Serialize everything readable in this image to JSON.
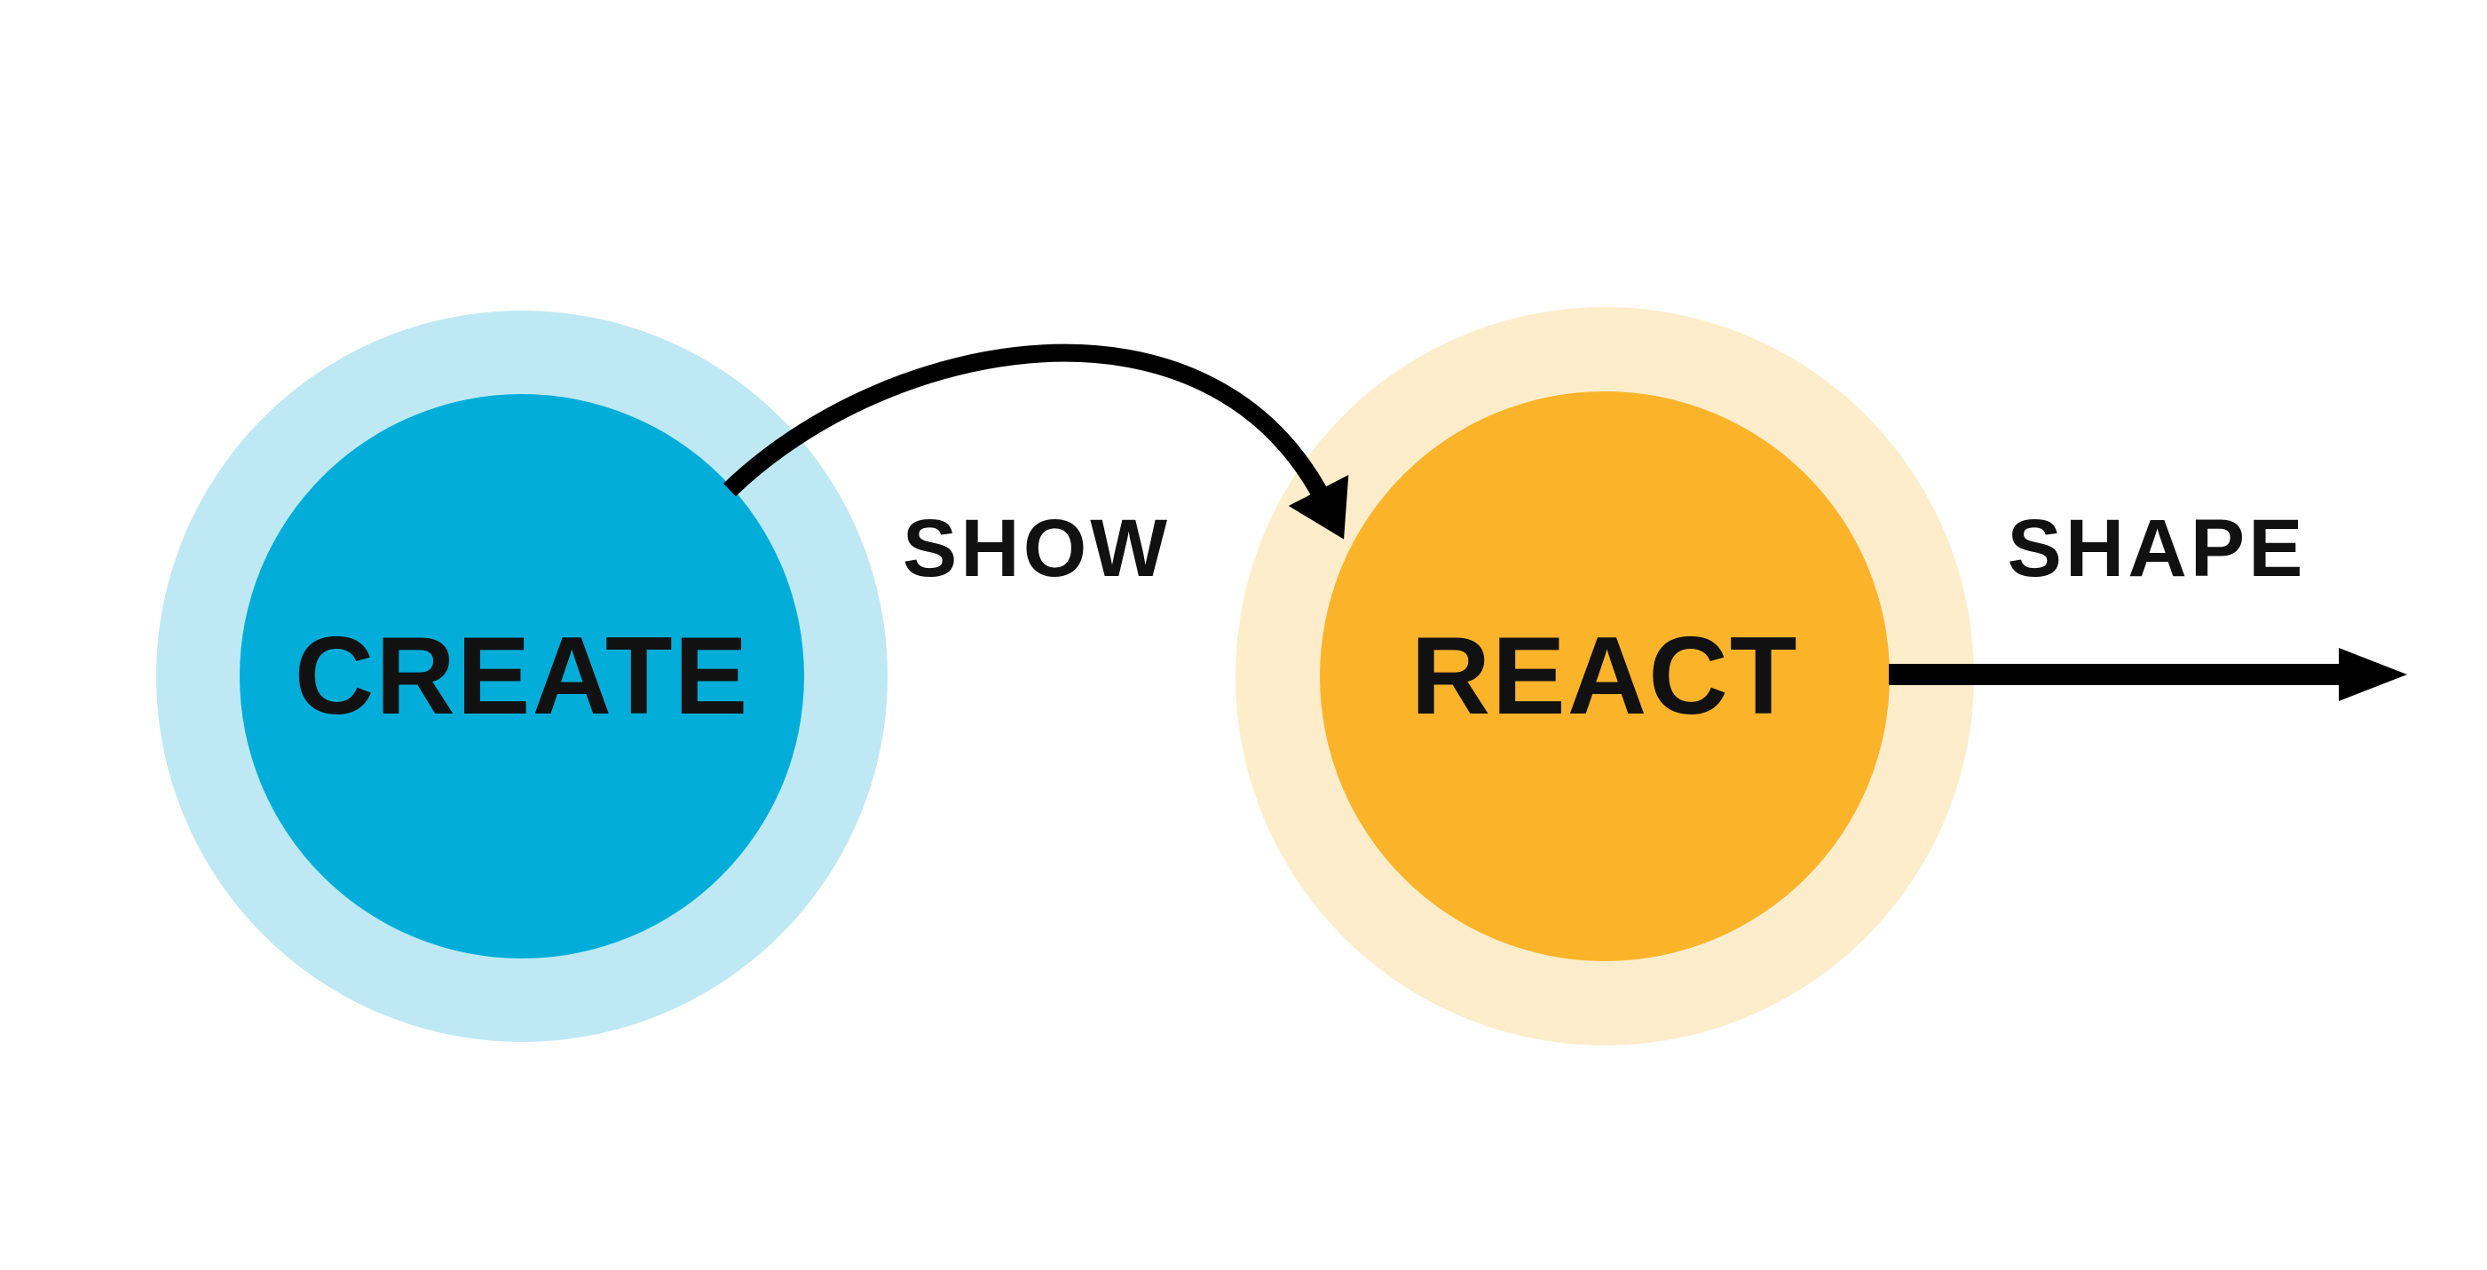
{
  "nodes": [
    {
      "id": "create",
      "label": "CREATE",
      "inner_color": "#02AED9",
      "outer_color": "#BEE9F4"
    },
    {
      "id": "react",
      "label": "REACT",
      "inner_color": "#FBB42A",
      "outer_color": "#FDEDCB"
    }
  ],
  "edges": [
    {
      "from": "create",
      "to": "react",
      "label": "SHOW",
      "style": "curved-arrow"
    },
    {
      "from": "react",
      "to": "",
      "label": "SHAPE",
      "style": "straight-arrow"
    }
  ],
  "colors": {
    "arrow": "#000000",
    "text": "#111111",
    "background": "#ffffff"
  }
}
